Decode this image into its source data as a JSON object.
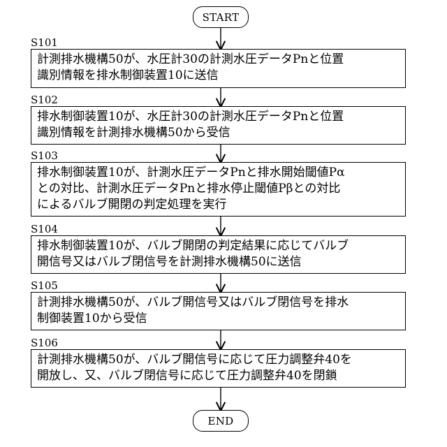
{
  "start": {
    "label": "START"
  },
  "end": {
    "label": "END"
  },
  "steps": [
    {
      "id": "S101",
      "lines": [
        "計測排水機構50が、水圧計30の計測水圧データPnと位置",
        "識別情報を排水制御装置10に送信"
      ]
    },
    {
      "id": "S102",
      "lines": [
        "排水制御装置10が、水圧計30の計測水圧データPnと位置",
        "識別情報を計測排水機構50から受信"
      ]
    },
    {
      "id": "S103",
      "lines": [
        "排水制御装置10が、計測水圧データPnと排水開始閾値Pα",
        "との対比、計測水圧データPnと排水停止閾値Pβとの対比",
        "によるバルブ開閉の判定処理を実行"
      ]
    },
    {
      "id": "S104",
      "lines": [
        "排水制御装置10が、バルブ開閉の判定結果に応じてバルブ",
        "開信号又はバルブ閉信号を計測排水機構50に送信"
      ]
    },
    {
      "id": "S105",
      "lines": [
        "計測排水機構50が、バルブ開信号又はバルブ閉信号を排水",
        "制御装置10から受信"
      ]
    },
    {
      "id": "S106",
      "lines": [
        "計測排水機構50が、バルブ開信号に応じて圧力調整弁40を",
        "開放し、又、バルブ閉信号に応じて圧力調整弁40を閉鎖"
      ]
    }
  ]
}
